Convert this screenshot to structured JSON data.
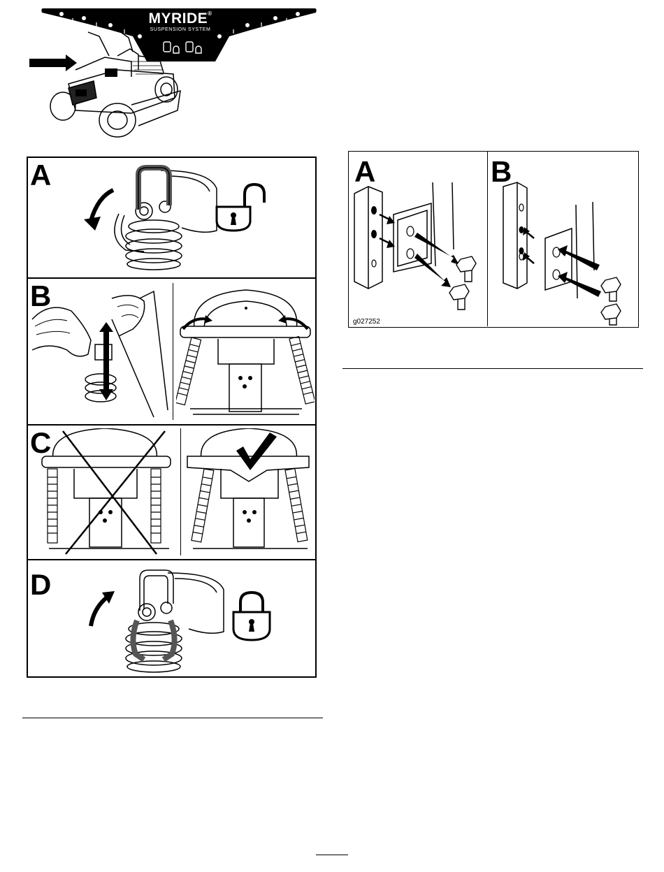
{
  "banner": {
    "brand": "MYRIDE",
    "trademark": "®",
    "subtitle": "SUSPENSION SYSTEM"
  },
  "left_figure": {
    "panels": [
      {
        "label": "A",
        "icon": "unlocked-padlock-icon"
      },
      {
        "label": "B",
        "icon": "adjust-arrows-icon"
      },
      {
        "label": "C",
        "icon": "cross-and-check-icon"
      },
      {
        "label": "D",
        "icon": "locked-padlock-icon"
      }
    ]
  },
  "right_figure": {
    "panels": [
      {
        "label": "A"
      },
      {
        "label": "B"
      }
    ],
    "graphic_id": "g027252"
  },
  "colors": {
    "ink": "#000000",
    "handle_gray": "#555555",
    "paper": "#ffffff"
  }
}
